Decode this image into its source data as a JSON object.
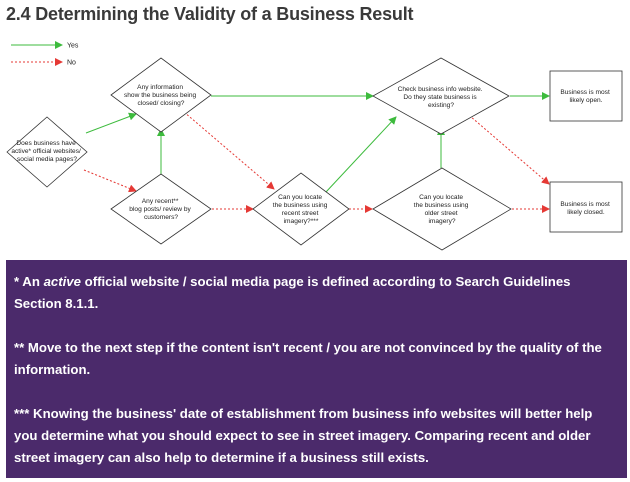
{
  "title": "2.4 Determining the Validity of a Business Result",
  "legend": {
    "yes": "Yes",
    "no": "No"
  },
  "colors": {
    "yes": "#3dbb3d",
    "no": "#e53935",
    "notes_bg": "#4b2a6b",
    "title": "#3a3a3a"
  },
  "nodes": {
    "start": [
      "Does business have",
      "active* official websites/",
      "social media pages?"
    ],
    "info_closed": [
      "Any information",
      "show the business being",
      "closed/ closing?"
    ],
    "recent_posts": [
      "Any recent**",
      "blog posts/ review by",
      "customers?"
    ],
    "recent_street": [
      "Can you locate",
      "the business using",
      "recent street",
      "imagery?***"
    ],
    "check_info": [
      "Check business info website.",
      "Do they state business is",
      "existing?"
    ],
    "older_street": [
      "Can you locate",
      "the business using",
      "older street",
      "imagery?"
    ],
    "open": [
      "Business is most",
      "likely open."
    ],
    "closed": [
      "Business is most",
      "likely closed."
    ]
  },
  "notes": {
    "n1_prefix": "* An ",
    "n1_em": "active",
    "n1_rest": " official website / social media page is defined according to Search Guidelines Section 8.1.1.",
    "n2": "** Move to the next step if the content isn't recent / you are not convinced by the quality of the information.",
    "n3": "*** Knowing the business' date of establishment from business info websites will better help you determine what you should expect to see in street imagery. Comparing recent and older street imagery can also help to determine if a business still exists."
  }
}
